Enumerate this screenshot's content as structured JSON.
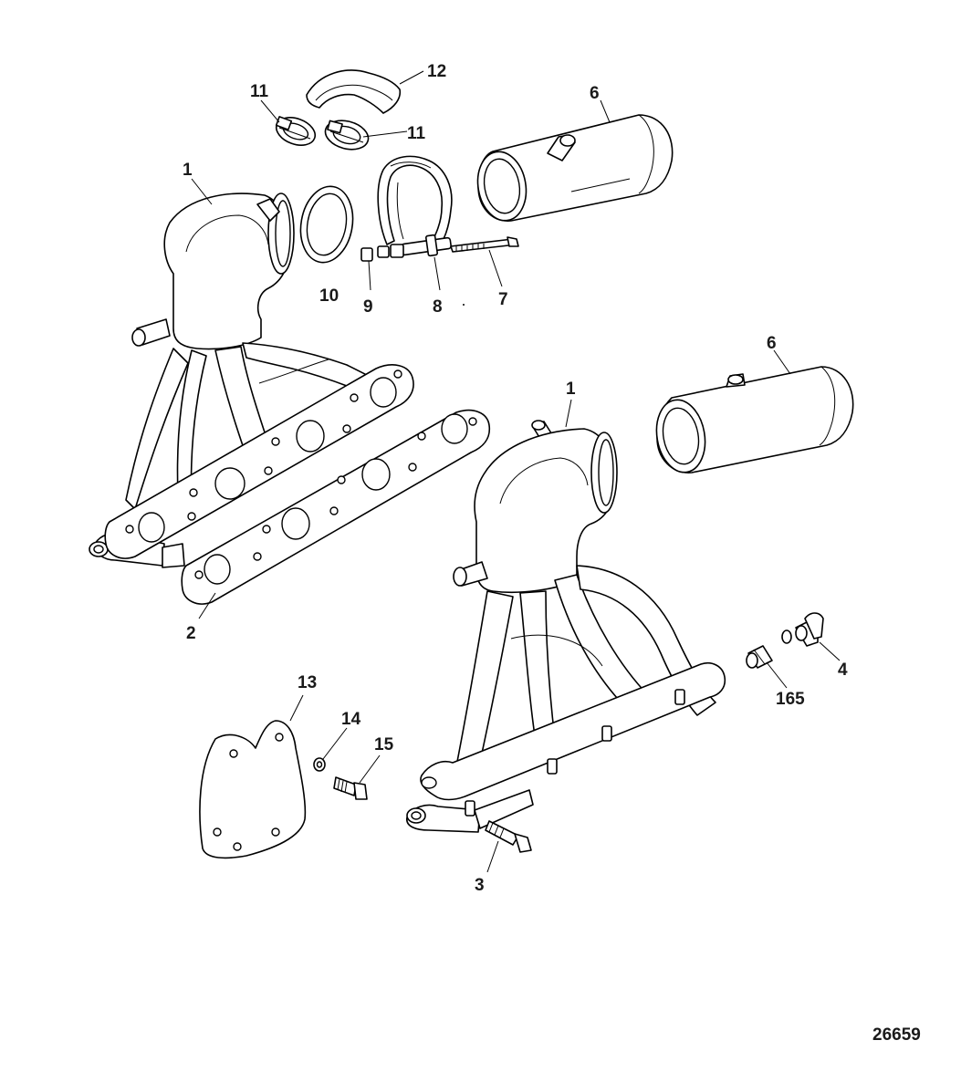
{
  "diagram": {
    "figure_id": "26659",
    "callouts": [
      {
        "id": "c1a",
        "label": "1"
      },
      {
        "id": "c1b",
        "label": "1"
      },
      {
        "id": "c2",
        "label": "2"
      },
      {
        "id": "c3",
        "label": "3"
      },
      {
        "id": "c4",
        "label": "4"
      },
      {
        "id": "c6a",
        "label": "6"
      },
      {
        "id": "c6b",
        "label": "6"
      },
      {
        "id": "c7",
        "label": "7"
      },
      {
        "id": "c8",
        "label": "8"
      },
      {
        "id": "c9",
        "label": "9"
      },
      {
        "id": "c10",
        "label": "10"
      },
      {
        "id": "c11a",
        "label": "11"
      },
      {
        "id": "c11b",
        "label": "11"
      },
      {
        "id": "c12",
        "label": "12"
      },
      {
        "id": "c13",
        "label": "13"
      },
      {
        "id": "c14",
        "label": "14"
      },
      {
        "id": "c15",
        "label": "15"
      },
      {
        "id": "c165",
        "label": "165"
      }
    ]
  }
}
